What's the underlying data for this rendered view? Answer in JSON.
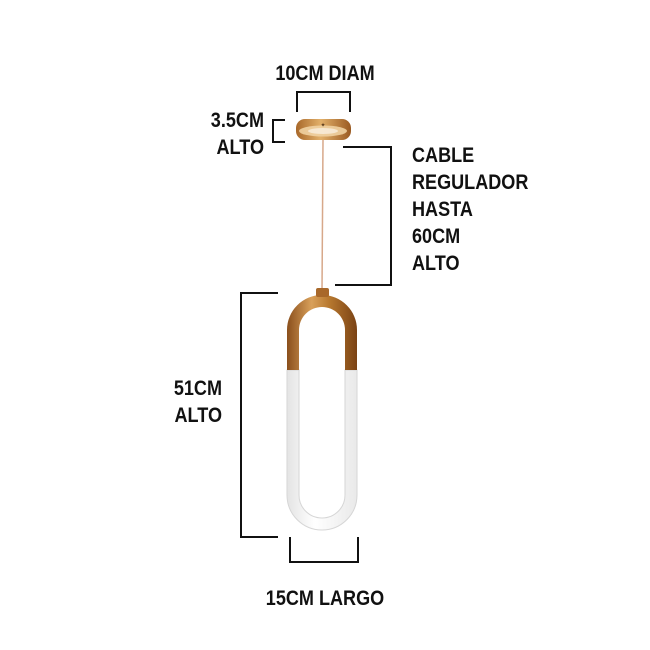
{
  "labels": {
    "diameter": "10CM DIAM",
    "canopy_height_1": "3.5CM",
    "canopy_height_2": "ALTO",
    "cable_1": "CABLE",
    "cable_2": "REGULADOR",
    "cable_3": "HASTA",
    "cable_4": "60CM",
    "cable_5": "ALTO",
    "lamp_height_1": "51CM",
    "lamp_height_2": "ALTO",
    "width": "15CM LARGO"
  },
  "colors": {
    "background": "#ffffff",
    "text": "#111111",
    "dimension_line": "#111111",
    "gold": "#b8792f",
    "acrylic": "#f7f7f7"
  }
}
